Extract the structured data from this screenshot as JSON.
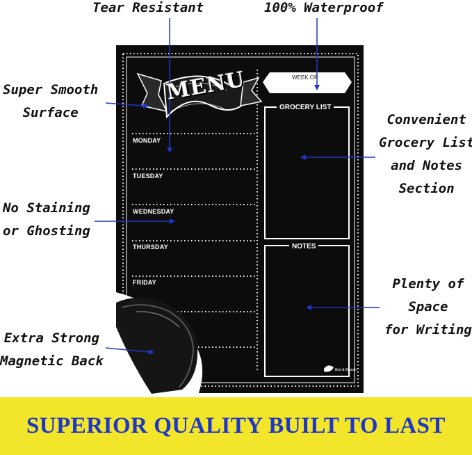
{
  "callouts": {
    "tear_resistant": "Tear Resistant",
    "waterproof": "100% Waterproof",
    "smooth_line1": "Super Smooth",
    "smooth_line2": "Surface",
    "grocery_line1": "Convenient",
    "grocery_line2": "Grocery List",
    "grocery_line3": "and Notes",
    "grocery_line4": "Section",
    "staining_line1": "No Staining",
    "staining_line2": "or Ghosting",
    "space_line1": "Plenty of",
    "space_line2": "Space",
    "space_line3": "for Writing",
    "magnetic_line1": "Extra Strong",
    "magnetic_line2": "Magnetic Back"
  },
  "board": {
    "menu_title": "MENU",
    "week_of": "WEEK OF:",
    "grocery_title": "GROCERY LIST",
    "notes_title": "NOTES",
    "days": [
      "MONDAY",
      "TUESDAY",
      "WEDNESDAY",
      "THURSDAY",
      "FRIDAY"
    ],
    "brand": "Bird & Branch"
  },
  "banner": {
    "text": "SUPERIOR QUALITY BUILT TO LAST"
  },
  "colors": {
    "arrow": "#1f37c7",
    "banner_bg": "#f3e62a",
    "banner_text": "#1f37c7",
    "board": "#0c0c0c"
  }
}
